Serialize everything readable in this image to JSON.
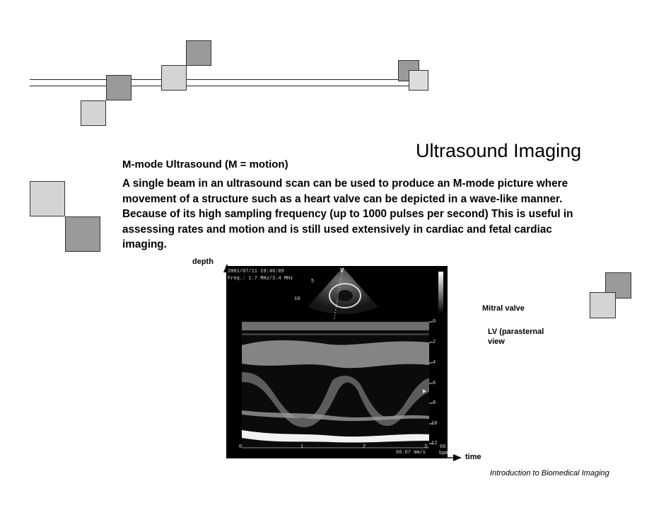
{
  "slide": {
    "title": "Ultrasound Imaging",
    "subtitle": "M-mode Ultrasound (M = motion)",
    "body": "A single beam in an ultrasound scan can be used to produce an M-mode picture where movement of a structure such as a heart valve can be depicted in a wave-like manner. Because of its high sampling frequency (up to 1000 pulses per second) This is useful in assessing rates and motion and is still used extensively in cardiac and fetal cardiac imaging.",
    "footer": "Introduction to Biomedical Imaging"
  },
  "figure": {
    "y_axis_label": "depth",
    "x_axis_label": "time",
    "annotation_mitral": "Mitral valve",
    "annotation_lv_line1": "LV (parasternal",
    "annotation_lv_line2": "view",
    "screen": {
      "header_line1": "2001/07/11 19:46:09",
      "header_line2": "Freq.: 1.7 MHz/3.4 MHz",
      "sector_marker": "V",
      "sector_depth_5": "5",
      "sector_depth_10": "10",
      "depth_ticks": [
        "0",
        "2",
        "4",
        "6",
        "8",
        "10",
        "12"
      ],
      "time_ticks": [
        "0",
        "1",
        "2",
        "3"
      ],
      "sweep_speed": "66.67 mm/s",
      "hr_value": "66",
      "hr_unit": "bpm"
    }
  },
  "colors": {
    "square_dark": "#9a9a9a",
    "square_light": "#d4d4d4",
    "screen_background": "#000000"
  }
}
